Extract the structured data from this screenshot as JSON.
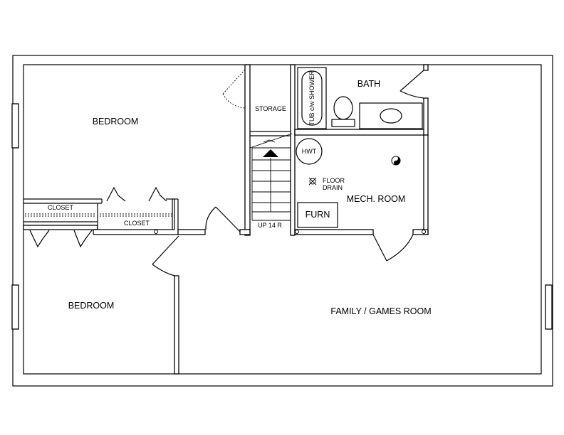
{
  "rooms": {
    "bedroom_top": "BEDROOM",
    "bedroom_bottom": "BEDROOM",
    "closet_left": "CLOSET",
    "closet_right": "CLOSET",
    "storage": "STORAGE",
    "bath": "BATH",
    "tub": "TUB c/w SHOWER",
    "hwt": "HWT",
    "floor_drain_line1": "FLOOR",
    "floor_drain_line2": "DRAIN",
    "mech_room": "MECH. ROOM",
    "furn": "FURN",
    "stairs": "UP 14 R",
    "family_room": "FAMILY / GAMES ROOM"
  }
}
